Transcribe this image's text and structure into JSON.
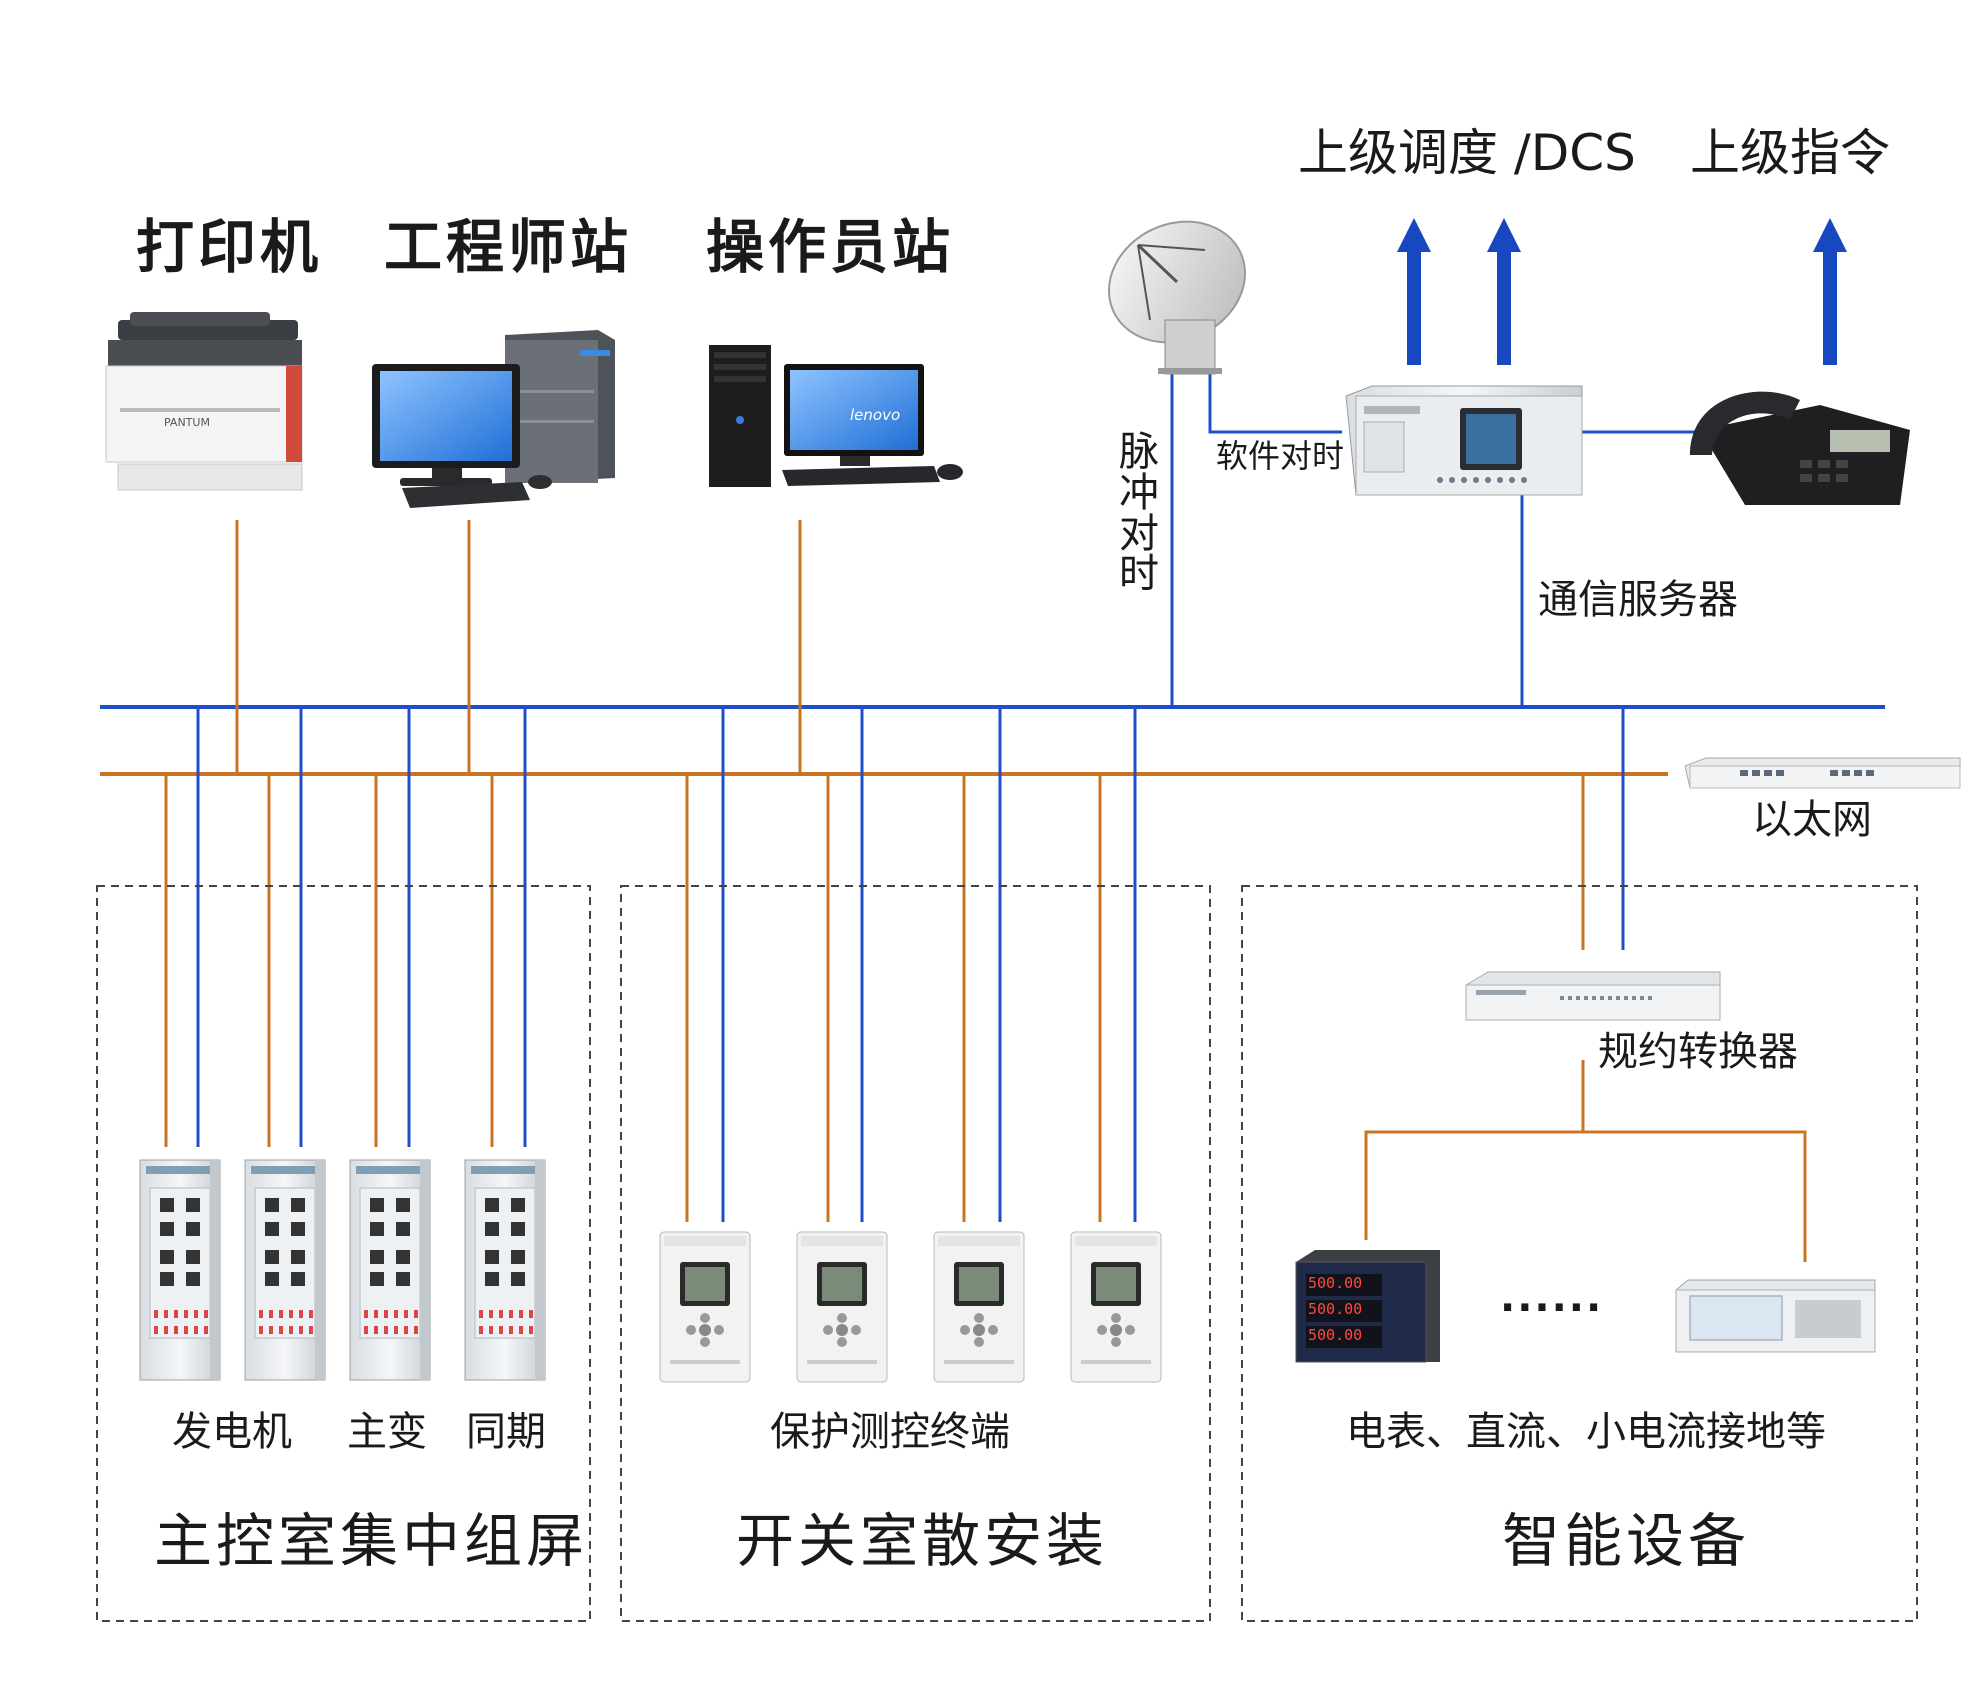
{
  "labels": {
    "printer": "打印机",
    "engineer_station": "工程师站",
    "operator_station": "操作员站",
    "upper_dispatch": "上级调度 /DCS",
    "upper_command": "上级指令",
    "pulse_sync": "脉\n冲\n对\n时",
    "software_sync": "软件对时",
    "comm_server": "通信服务器",
    "ethernet": "以太网",
    "protocol_converter": "规约转换器",
    "generator": "发电机",
    "main_transformer": "主变",
    "synchronization": "同期",
    "protection_terminal": "保护测控终端",
    "meters_etc": "电表、直流、小电流接地等",
    "ellipsis": "······",
    "meter_reading": "500.00",
    "zone_main_control": "主控室集中组屏",
    "zone_switch_room": "开关室散安装",
    "zone_smart_devices": "智能设备"
  },
  "logos": {
    "printer_brand": "PANTUM",
    "pc_brand": "lenovo"
  },
  "colors": {
    "blue_bus": "#1f4fc8",
    "orange_bus": "#c87422",
    "arrow": "#1848c0",
    "dash": "#444444"
  }
}
